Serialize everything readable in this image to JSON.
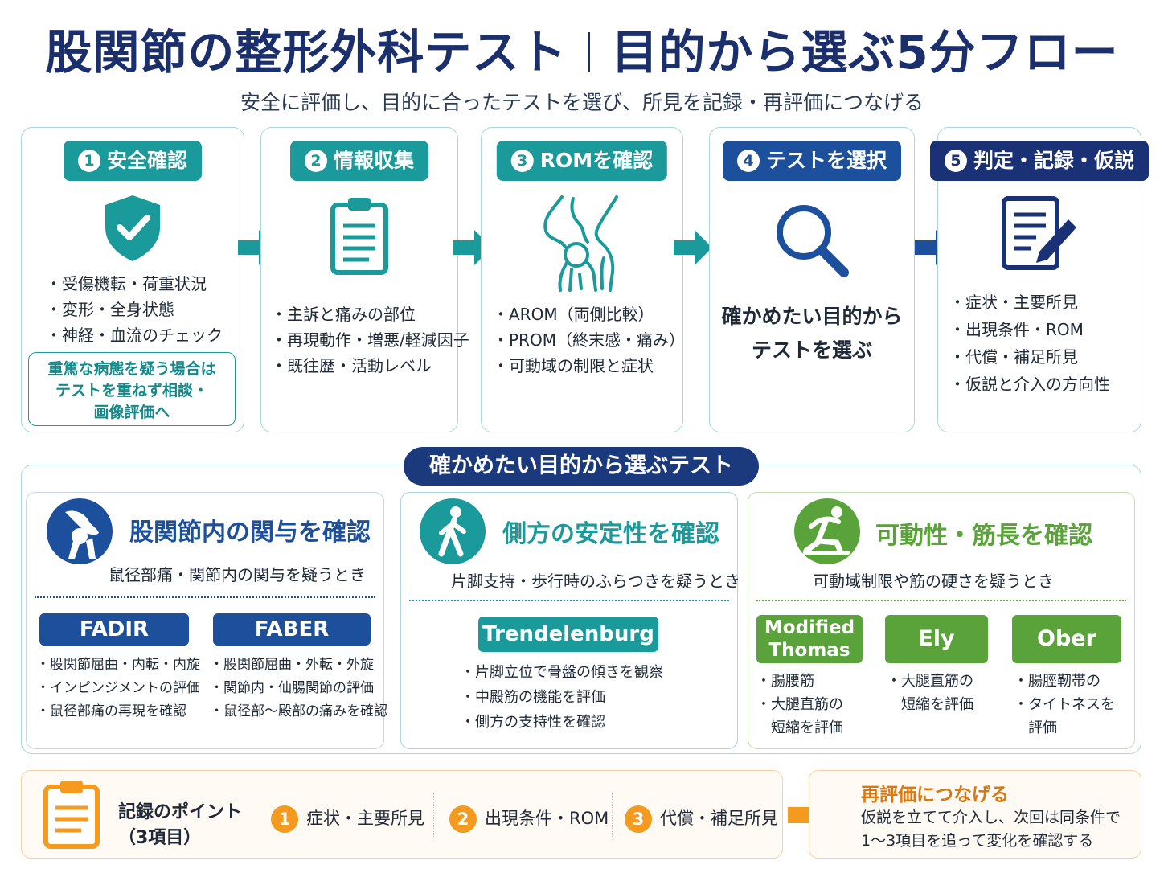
{
  "header": {
    "title_left": "股関節の整形外科テスト",
    "title_right": "目的から選ぶ5分フロー",
    "subtitle": "安全に評価し、目的に合ったテストを選び、所見を記録・再評価につなげる"
  },
  "steps": [
    {
      "num": "1",
      "label": "安全確認",
      "icon": "shield-check-icon",
      "items": [
        "受傷機転・荷重状況",
        "変形・全身状態",
        "神経・血流のチェック"
      ],
      "warning": [
        "重篤な病態を疑う場合は",
        "テストを重ねず相談・",
        "画像評価へ"
      ]
    },
    {
      "num": "2",
      "label": "情報収集",
      "icon": "clipboard-icon",
      "items": [
        "主訴と痛みの部位",
        "再現動作・増悪/軽減因子",
        "既往歴・活動レベル"
      ]
    },
    {
      "num": "3",
      "label": "ROMを確認",
      "icon": "hip-joint-icon",
      "items": [
        "AROM（両側比較）",
        "PROM（終末感・痛み）",
        "可動域の制限と症状"
      ]
    },
    {
      "num": "4",
      "label": "テストを選択",
      "icon": "magnifier-icon",
      "text": [
        "確かめたい目的から",
        "テストを選ぶ"
      ]
    },
    {
      "num": "5",
      "label": "判定・記録・仮説",
      "icon": "document-pen-icon",
      "items": [
        "症状・主要所見",
        "出現条件・ROM",
        "代償・補足所見",
        "仮説と介入の方向性"
      ]
    }
  ],
  "tests_section": {
    "title": "確かめたい目的から選ぶテスト",
    "panels": [
      {
        "title": "股関節内の関与を確認",
        "icon": "hip-bone-icon",
        "desc": "鼠径部痛・関節内の関与を疑うとき",
        "color": "#1c4f9c",
        "tests": [
          {
            "name": "FADIR",
            "items": [
              "股関節屈曲・内転・内旋",
              "インピンジメントの評価",
              "鼠径部痛の再現を確認"
            ]
          },
          {
            "name": "FABER",
            "items": [
              "股関節屈曲・外転・外旋",
              "関節内・仙腸関節の評価",
              "鼠径部〜殿部の痛みを確認"
            ]
          }
        ]
      },
      {
        "title": "側方の安定性を確認",
        "icon": "walking-person-icon",
        "desc": "片脚支持・歩行時のふらつきを疑うとき",
        "color": "#1a9a9a",
        "tests": [
          {
            "name": "Trendelenburg",
            "items": [
              "片脚立位で骨盤の傾きを観察",
              "中殿筋の機能を評価",
              "側方の支持性を確認"
            ]
          }
        ]
      },
      {
        "title": "可動性・筋長を確認",
        "icon": "stretching-person-icon",
        "desc": "可動域制限や筋の硬さを疑うとき",
        "color": "#5aa23a",
        "tests": [
          {
            "name_line1": "Modified",
            "name_line2": "Thomas",
            "items": [
              "腸腰筋",
              "大腿直筋の",
              "短縮を評価"
            ]
          },
          {
            "name": "Ely",
            "items": [
              "大腿直筋の",
              "短縮を評価"
            ]
          },
          {
            "name": "Ober",
            "items": [
              "腸脛靭帯の",
              "タイトネスを",
              "評価"
            ]
          }
        ]
      }
    ]
  },
  "record": {
    "icon": "clipboard-icon",
    "label_line1": "記録のポイント",
    "label_line2": "（3項目）",
    "items": [
      {
        "num": "1",
        "text": "症状・主要所見"
      },
      {
        "num": "2",
        "text": "出現条件・ROM"
      },
      {
        "num": "3",
        "text": "代償・補足所見"
      }
    ]
  },
  "reassess": {
    "title": "再評価につなげる",
    "line1": "仮説を立てて介入し、次回は同条件で",
    "line2": "1〜3項目を追って変化を確認する"
  },
  "colors": {
    "navy": "#1a2f6b",
    "teal": "#1a9a9a",
    "blue": "#1c4f9c",
    "green": "#5aa23a",
    "orange": "#f39a1f"
  }
}
